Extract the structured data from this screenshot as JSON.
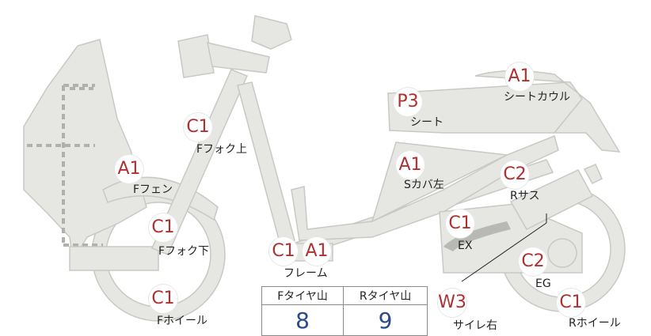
{
  "colors": {
    "part_fill": "#e6e6e2",
    "part_stroke": "#c8c8c4",
    "dotted": "#b0b0ac",
    "badge_text": "#b03030",
    "value_text": "#2a4a8a"
  },
  "parts": [
    {
      "code": "A1",
      "label": "シートカウル"
    },
    {
      "code": "P3",
      "label": "シート"
    },
    {
      "code": "C1",
      "label": "Fフォク上"
    },
    {
      "code": "A1",
      "label": "Fフェン"
    },
    {
      "code": "A1",
      "label": "Sカバ左"
    },
    {
      "code": "C2",
      "label": "Rサス"
    },
    {
      "code": "C1",
      "label": "EX"
    },
    {
      "code": "C1",
      "label": "Fフォク下"
    },
    {
      "code": "C1",
      "label": "フレーム"
    },
    {
      "code": "A1",
      "label": ""
    },
    {
      "code": "C2",
      "label": "EG"
    },
    {
      "code": "W3",
      "label": "サイレ右"
    },
    {
      "code": "C1",
      "label": "Fホイール"
    },
    {
      "code": "C1",
      "label": "Rホイール"
    }
  ],
  "tire_table": {
    "front_header": "Fタイヤ山",
    "rear_header": "Rタイヤ山",
    "front_value": "8",
    "rear_value": "9"
  }
}
